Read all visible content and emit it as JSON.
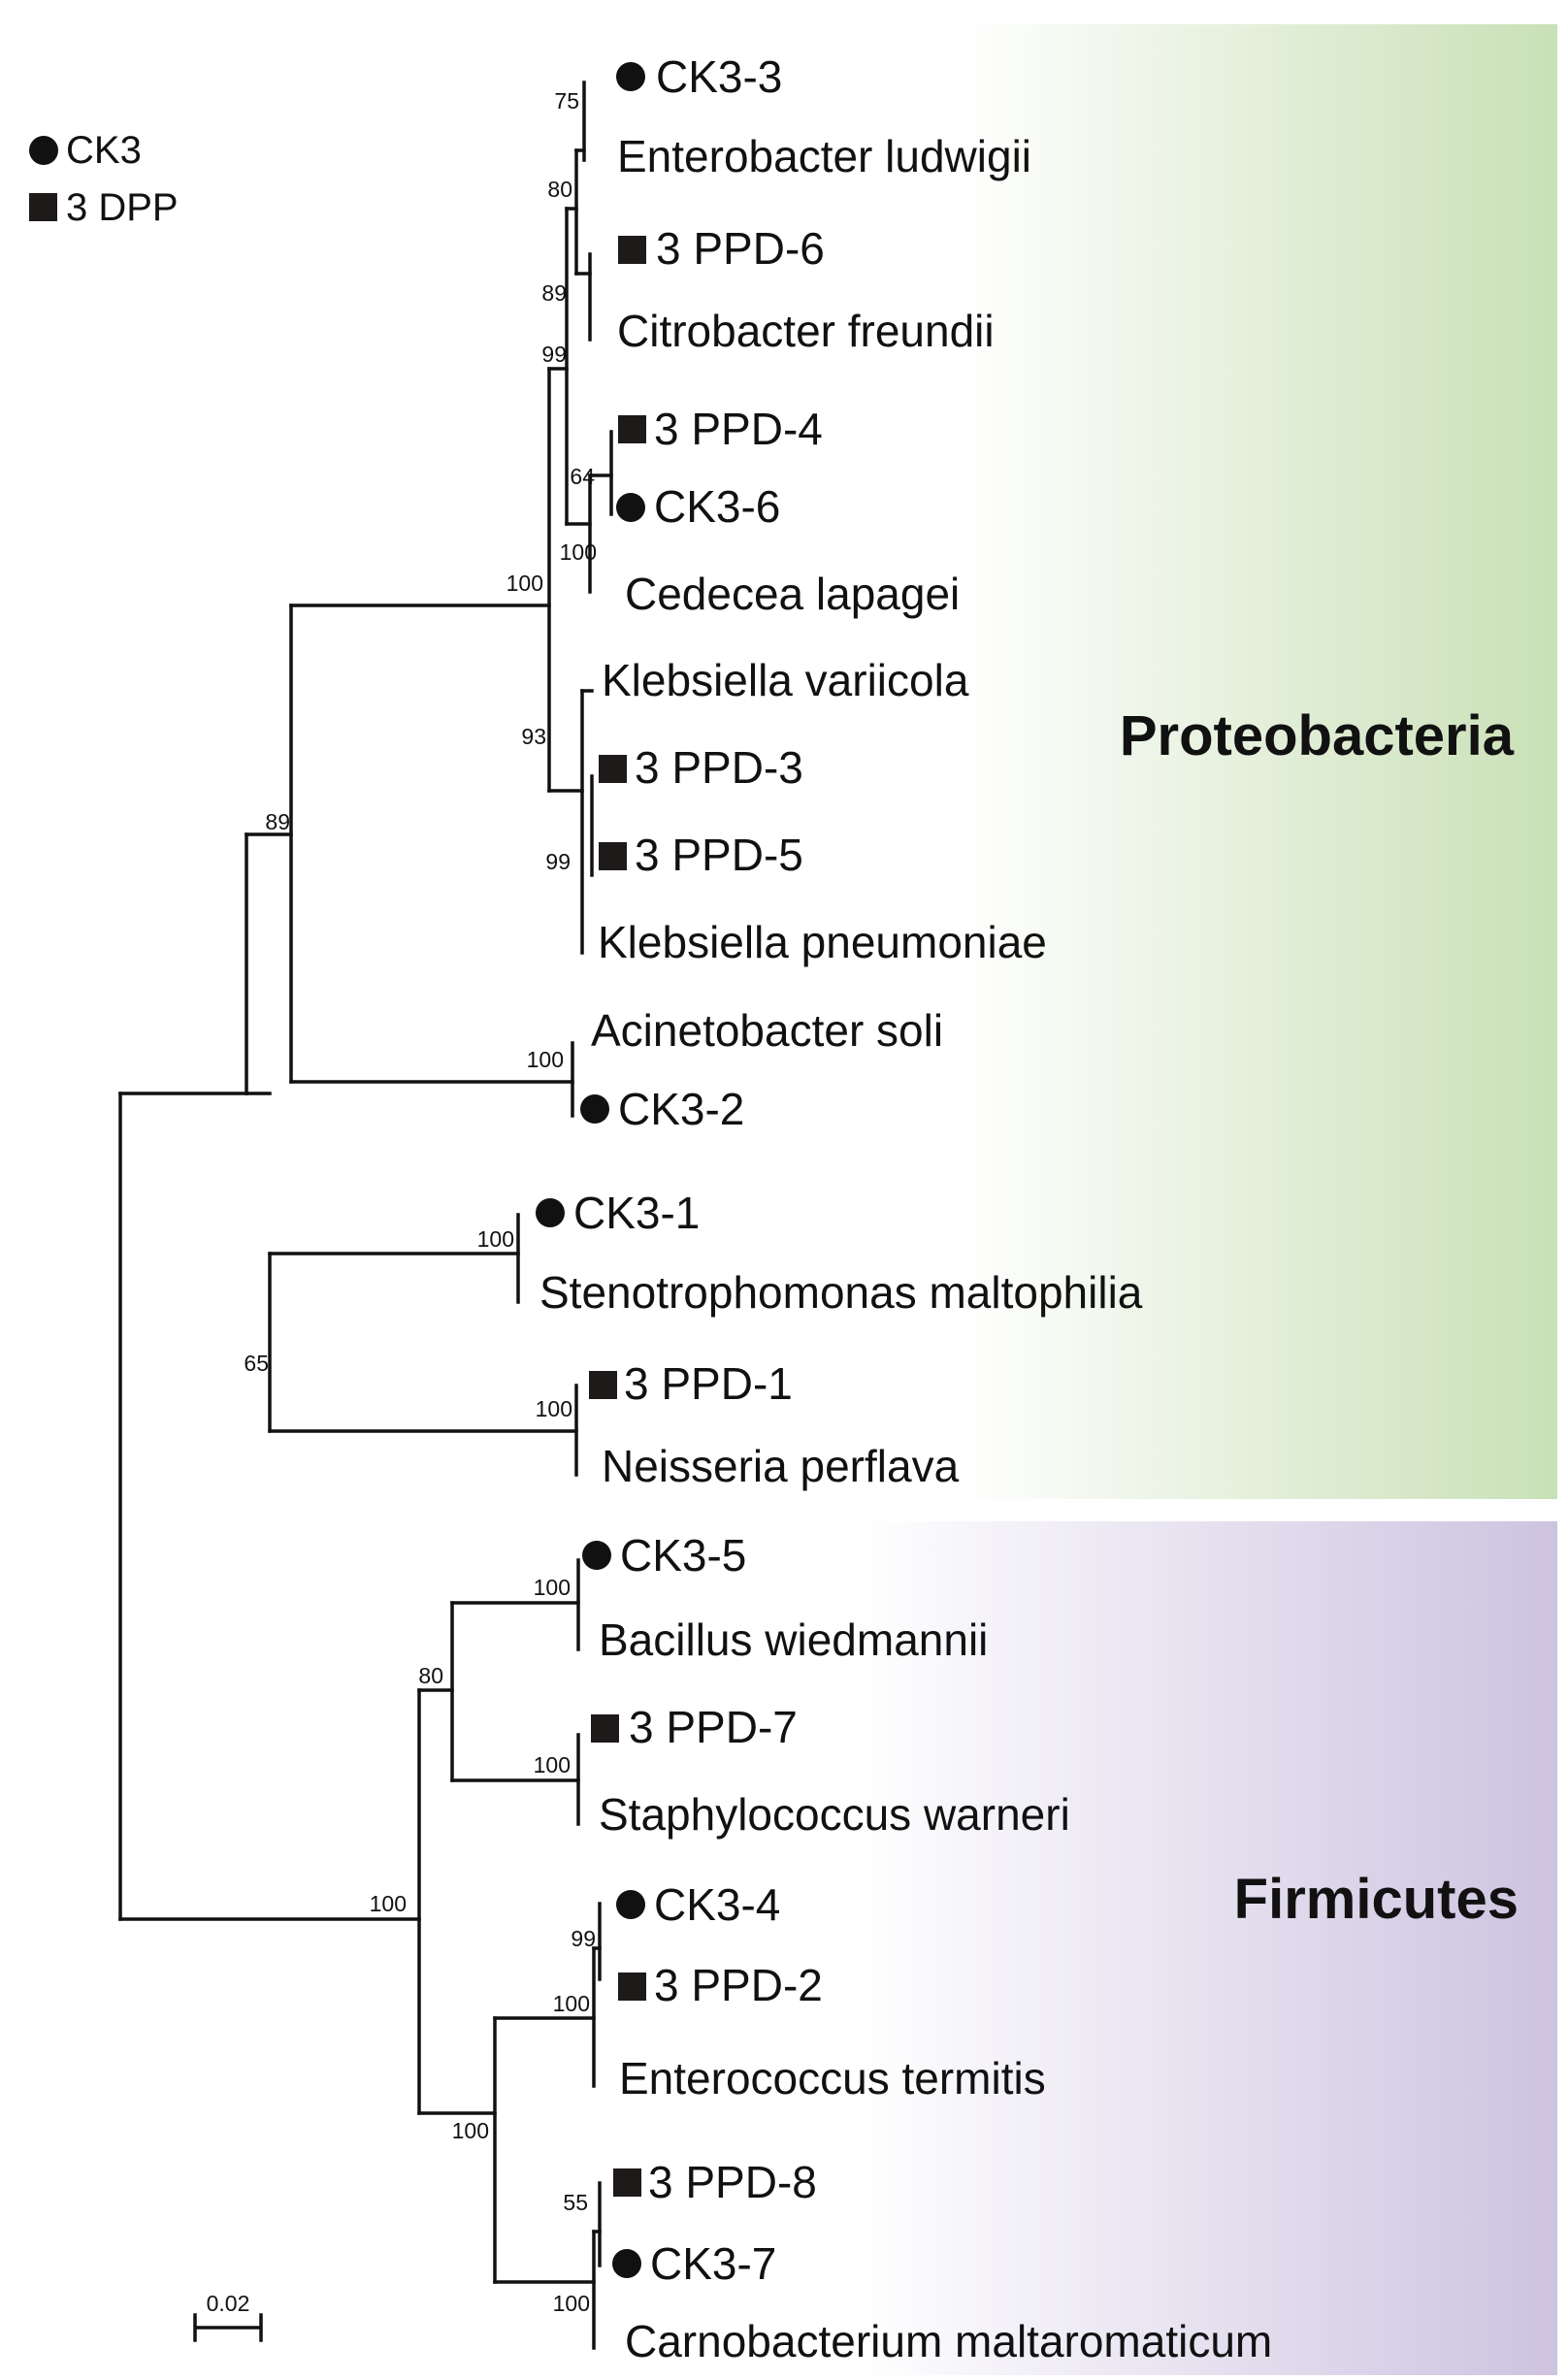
{
  "legend": {
    "items": [
      {
        "marker": "circle",
        "label": "CK3"
      },
      {
        "marker": "square",
        "label": "3 DPP"
      }
    ]
  },
  "clades": [
    {
      "name": "Proteobacteria",
      "color": "#c9e0b6"
    },
    {
      "name": "Firmicutes",
      "color": "#cdc3e0"
    }
  ],
  "leaves": [
    {
      "label": "CK3-3",
      "marker": "circle"
    },
    {
      "label": "Enterobacter ludwigii",
      "marker": ""
    },
    {
      "label": "3 PPD-6",
      "marker": "square"
    },
    {
      "label": "Citrobacter freundii",
      "marker": ""
    },
    {
      "label": "3 PPD-4",
      "marker": "square"
    },
    {
      "label": "CK3-6",
      "marker": "circle"
    },
    {
      "label": "Cedecea lapagei",
      "marker": ""
    },
    {
      "label": "Klebsiella variicola",
      "marker": ""
    },
    {
      "label": "3 PPD-3",
      "marker": "square"
    },
    {
      "label": "3 PPD-5",
      "marker": "square"
    },
    {
      "label": "Klebsiella pneumoniae",
      "marker": ""
    },
    {
      "label": "Acinetobacter soli",
      "marker": ""
    },
    {
      "label": "CK3-2",
      "marker": "circle"
    },
    {
      "label": "CK3-1",
      "marker": "circle"
    },
    {
      "label": "Stenotrophomonas maltophilia",
      "marker": ""
    },
    {
      "label": "3 PPD-1",
      "marker": "square"
    },
    {
      "label": "Neisseria perflava",
      "marker": ""
    },
    {
      "label": "CK3-5",
      "marker": "circle"
    },
    {
      "label": "Bacillus wiedmannii",
      "marker": ""
    },
    {
      "label": "3 PPD-7",
      "marker": "square"
    },
    {
      "label": "Staphylococcus warneri",
      "marker": ""
    },
    {
      "label": "CK3-4",
      "marker": "circle"
    },
    {
      "label": "3 PPD-2",
      "marker": "square"
    },
    {
      "label": "Enterococcus termitis",
      "marker": ""
    },
    {
      "label": "3 PPD-8",
      "marker": "square"
    },
    {
      "label": "CK3-7",
      "marker": "circle"
    },
    {
      "label": "Carnobacterium maltaromaticum",
      "marker": ""
    }
  ],
  "bootstrap_values": [
    "75",
    "80",
    "89",
    "99",
    "64",
    "100",
    "100",
    "93",
    "99",
    "89",
    "100",
    "100",
    "65",
    "100",
    "100",
    "80",
    "100",
    "100",
    "99",
    "100",
    "100",
    "55",
    "100"
  ],
  "scale_bar": {
    "label": "0.02"
  }
}
